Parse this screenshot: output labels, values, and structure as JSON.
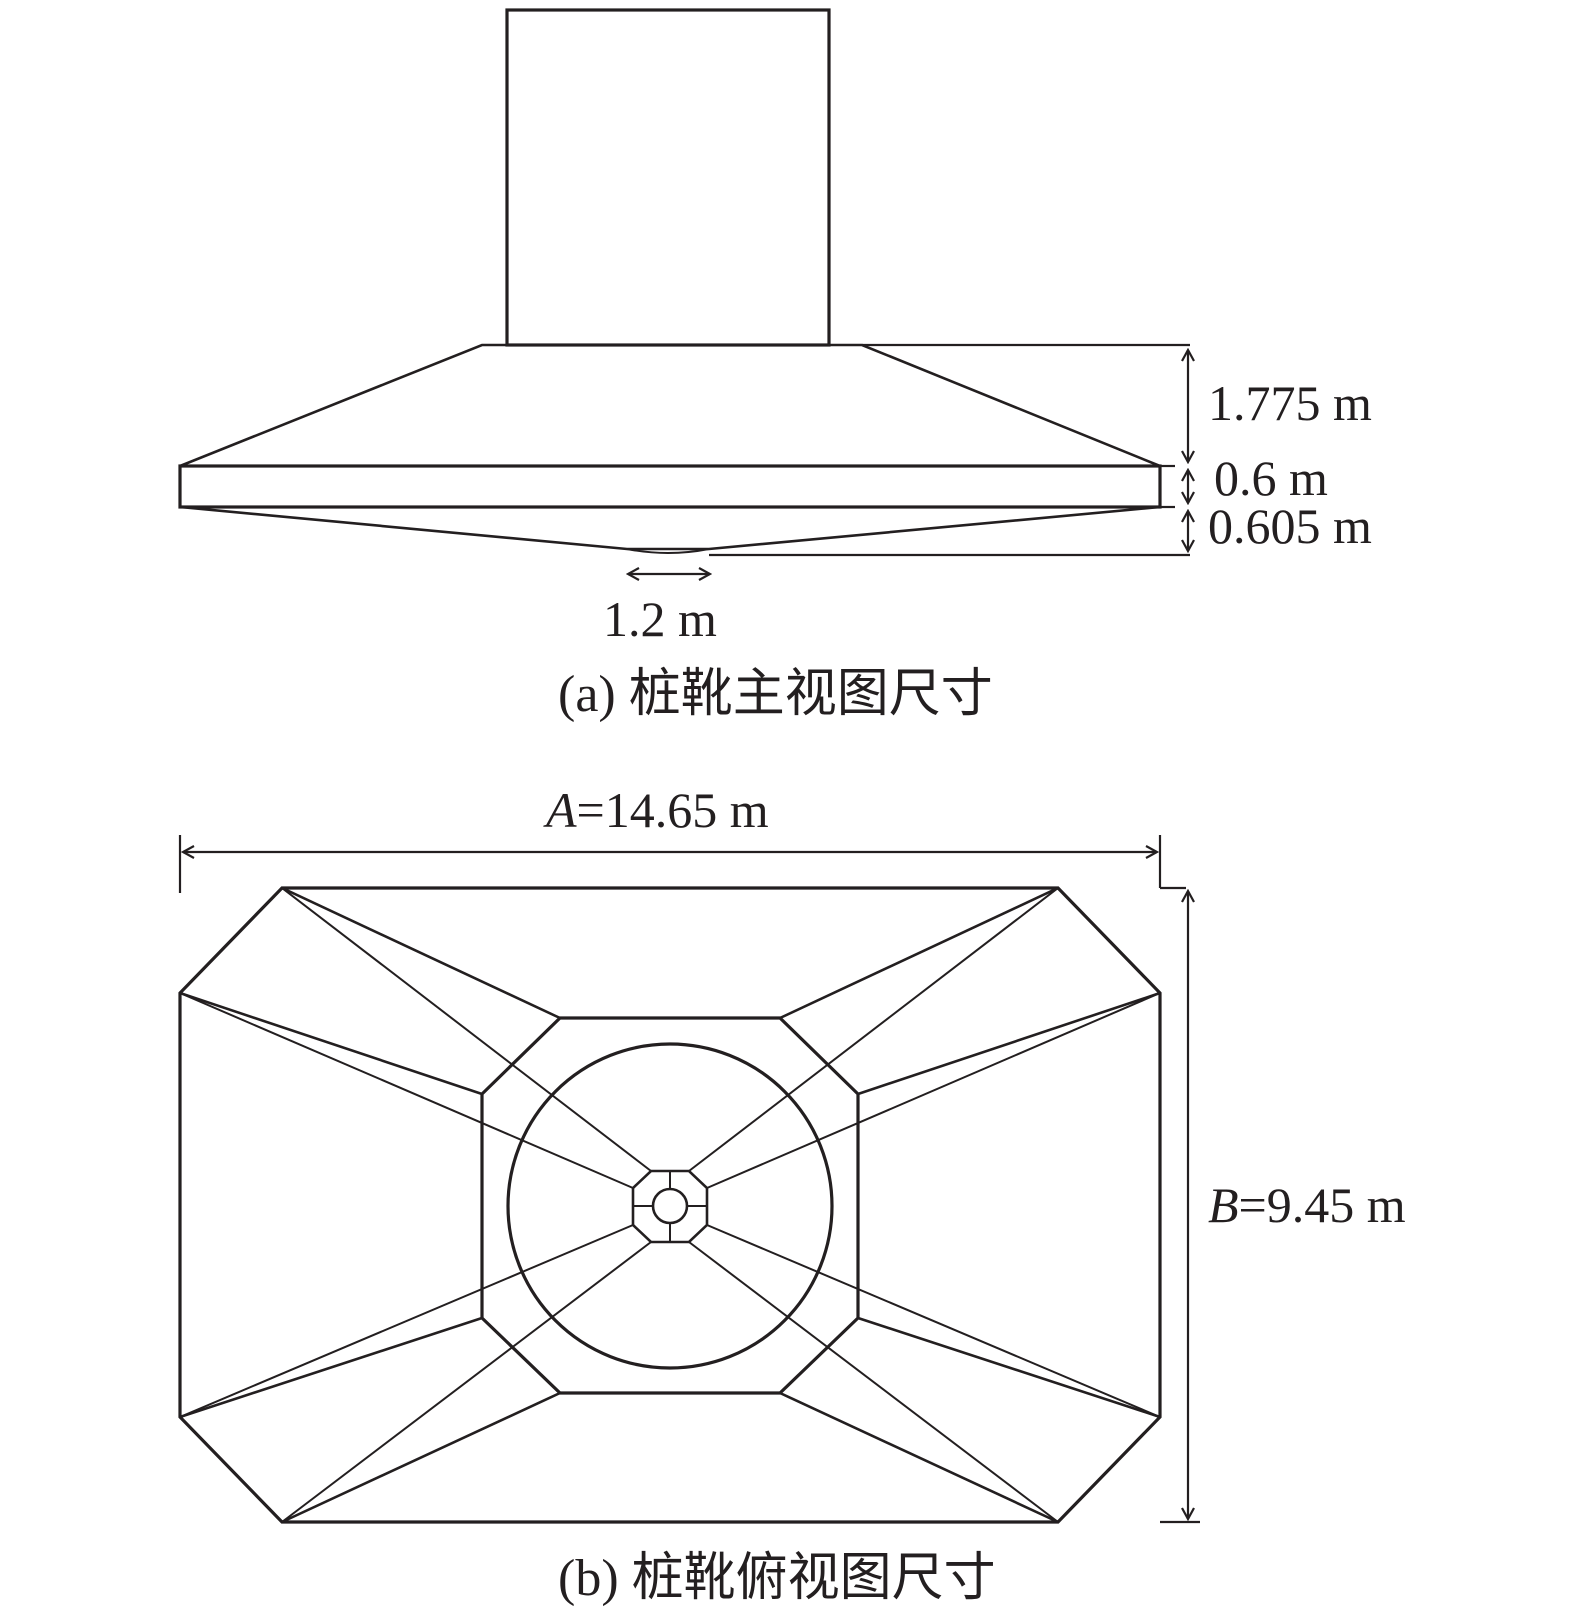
{
  "front_view": {
    "caption": "(a) 桩靴主视图尺寸",
    "dims": {
      "cone_height": "1.775 m",
      "plate_thickness": "0.6 m",
      "bottom_height": "0.605 m",
      "tip_width": "1.2 m"
    }
  },
  "top_view": {
    "caption": "(b) 桩靴俯视图尺寸",
    "dim_a": {
      "var": "A",
      "value": "=14.65 m"
    },
    "dim_b": {
      "var": "B",
      "value": "=9.45 m"
    }
  },
  "colors": {
    "line": "#231f20",
    "background": "#ffffff"
  }
}
